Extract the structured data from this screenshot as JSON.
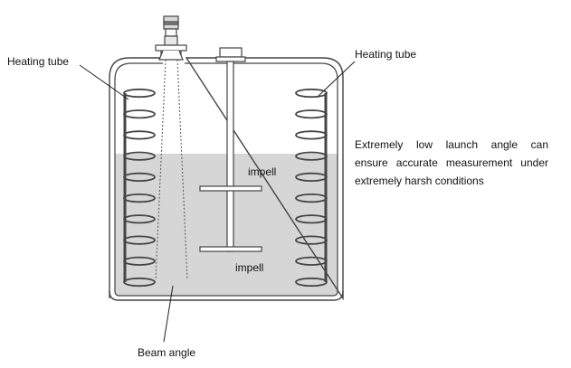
{
  "labels": {
    "heating_tube_left": "Heating tube",
    "heating_tube_right": "Heating tube",
    "impeller_upper": "impell",
    "impeller_lower": "impell",
    "beam_angle": "Beam angle"
  },
  "description": {
    "line1": "Extremely low launch angle can",
    "line2": "ensure accurate measurement under",
    "line3": "extremely harsh conditions"
  },
  "colors": {
    "liquid": "#d6d6d6",
    "outline": "#444444",
    "background": "#ffffff"
  },
  "heating_coil_turns": 10
}
